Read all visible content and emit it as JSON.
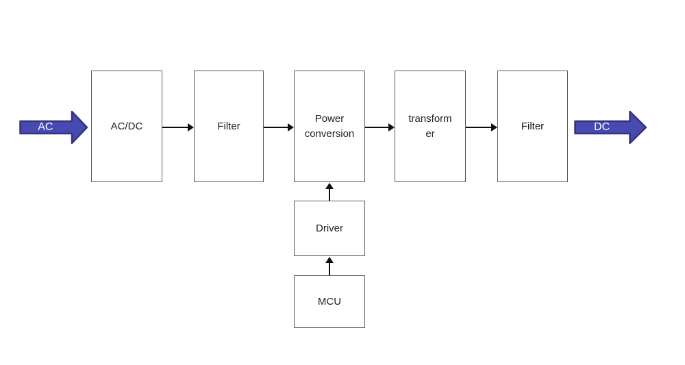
{
  "diagram": {
    "input_arrow": {
      "label": "AC"
    },
    "output_arrow": {
      "label": "DC"
    },
    "nodes": {
      "acdc": {
        "label": "AC/DC"
      },
      "filter1": {
        "label": "Filter"
      },
      "power": {
        "label": "Power\nconversion"
      },
      "transformer": {
        "label": "transform\ner"
      },
      "filter2": {
        "label": "Filter"
      },
      "driver": {
        "label": "Driver"
      },
      "mcu": {
        "label": "MCU"
      }
    },
    "colors": {
      "block_arrow_fill": "#484ab1",
      "block_arrow_stroke": "#34347e",
      "box_border": "#595959",
      "connector": "#0d0d0d",
      "background": "#ffffff"
    }
  }
}
